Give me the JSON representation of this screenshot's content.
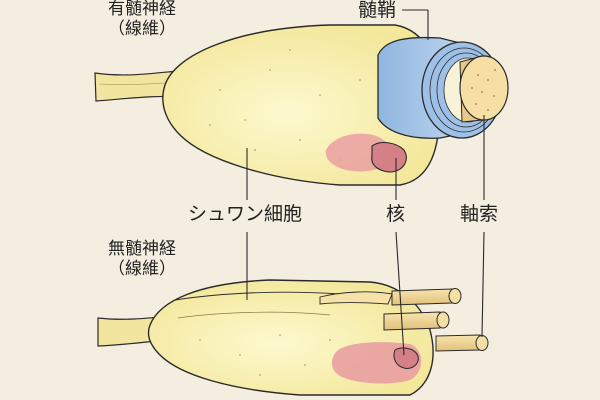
{
  "myelinated": {
    "title_line1": "有髄神経",
    "title_line2": "（線維）"
  },
  "unmyelinated": {
    "title_line1": "無髄神経",
    "title_line2": "（線維）"
  },
  "labels": {
    "myelin_sheath": "髄鞘",
    "schwann_cell": "シュワン細胞",
    "nucleus": "核",
    "axon": "軸索"
  },
  "colors": {
    "background": "#f3eee0",
    "cell_body": "#f8f0a8",
    "myelin": "#a8c8e8",
    "axon": "#f2d9a0",
    "nucleus": "#e0909a",
    "outline": "#2a2a2a"
  }
}
